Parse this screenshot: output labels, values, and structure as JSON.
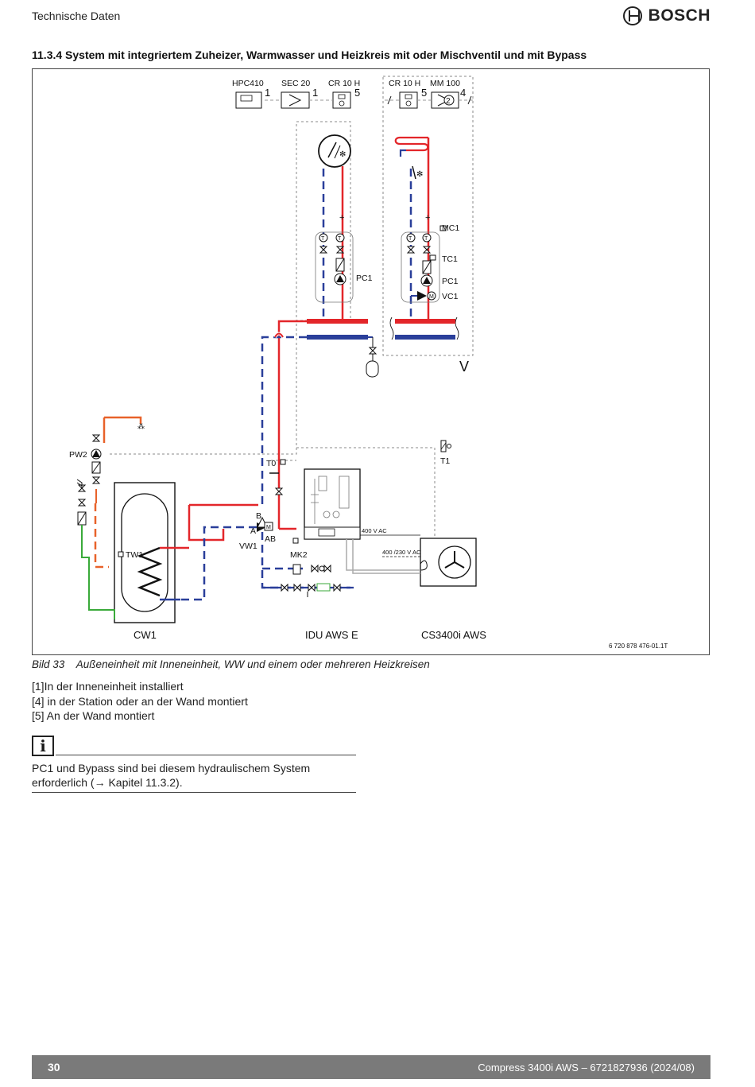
{
  "header": {
    "section": "Technische Daten",
    "brand": "BOSCH"
  },
  "section_title": "11.3.4   System mit integriertem Zuheizer, Warmwasser und Heizkreis mit oder Mischventil und mit Bypass",
  "figure": {
    "labels": {
      "hpc410": "HPC410",
      "sec20": "SEC 20",
      "cr10h_a": "CR 10 H",
      "cr10h_b": "CR 10 H",
      "mm100": "MM 100",
      "n_hpc": "1",
      "n_sec": "1",
      "n_cr_a": "5",
      "n_cr_b": "5",
      "n_mm": "4",
      "n_mm_circle": "2",
      "mc1": "MC1",
      "tc1": "TC1",
      "pc1_a": "PC1",
      "pc1_b": "PC1",
      "vc1": "VC1",
      "v": "V",
      "pw2": "PW2",
      "t0": "T0",
      "t1": "T1",
      "tw1": "TW1",
      "b": "B",
      "a": "A",
      "ab": "AB",
      "vw1": "VW1",
      "mk2": "MK2",
      "v400": "400 V AC",
      "v400230": "400 /230 V AC",
      "cw1": "CW1",
      "idu": "IDU AWS E",
      "cs3400": "CS3400i AWS",
      "ref": "6 720 878 476-01.1T",
      "t_symbol": "T",
      "m_symbol": "M"
    },
    "colors": {
      "flow": "#e3262a",
      "return": "#2a3f9a",
      "dhw": "#e8622a",
      "cold": "#3aaa3a",
      "control": "#999999"
    }
  },
  "caption": {
    "label": "Bild 33",
    "text": "Außeneinheit mit Inneneinheit, WW und einem oder mehreren Heizkreisen"
  },
  "legend": [
    "[1]In der Inneneinheit installiert",
    "[4] in der Station oder an der Wand montiert",
    "[5] An der Wand montiert"
  ],
  "info": {
    "icon": "info-icon",
    "text": "PC1 und Bypass sind bei diesem hydraulischem System erforderlich (→ Kapitel  11.3.2)."
  },
  "footer": {
    "page": "30",
    "doc": "Compress 3400i AWS  – 6721827936 (2024/08)"
  }
}
